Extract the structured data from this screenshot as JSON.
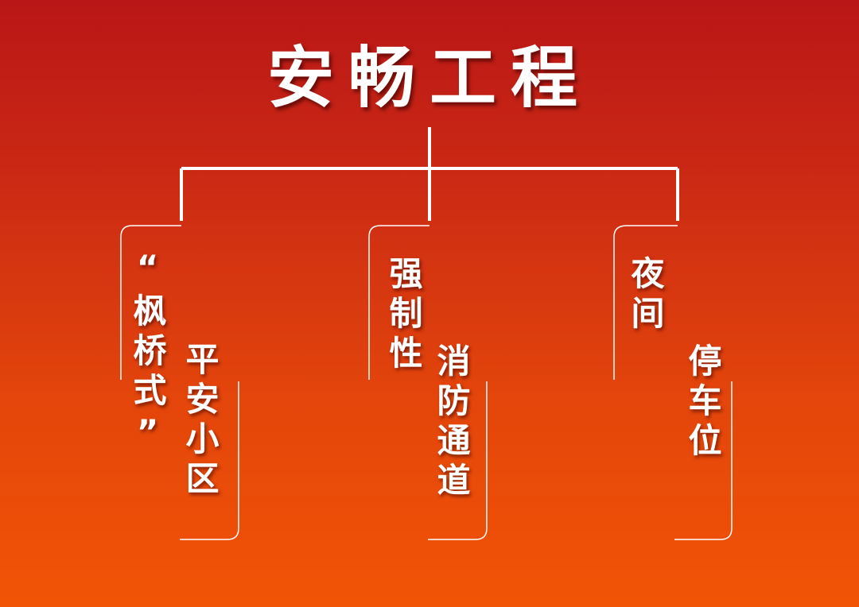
{
  "title": "安畅工程",
  "branches": [
    {
      "col1": "“枫桥式”",
      "col2": "平安小区"
    },
    {
      "col1": "强制性",
      "col2": "消防通道"
    },
    {
      "col1": "夜间",
      "col2": "停车位"
    }
  ],
  "colors": {
    "background_top": "#b91617",
    "background_bottom": "#f25406",
    "text": "#ffffff",
    "lines": "#ffffff"
  }
}
